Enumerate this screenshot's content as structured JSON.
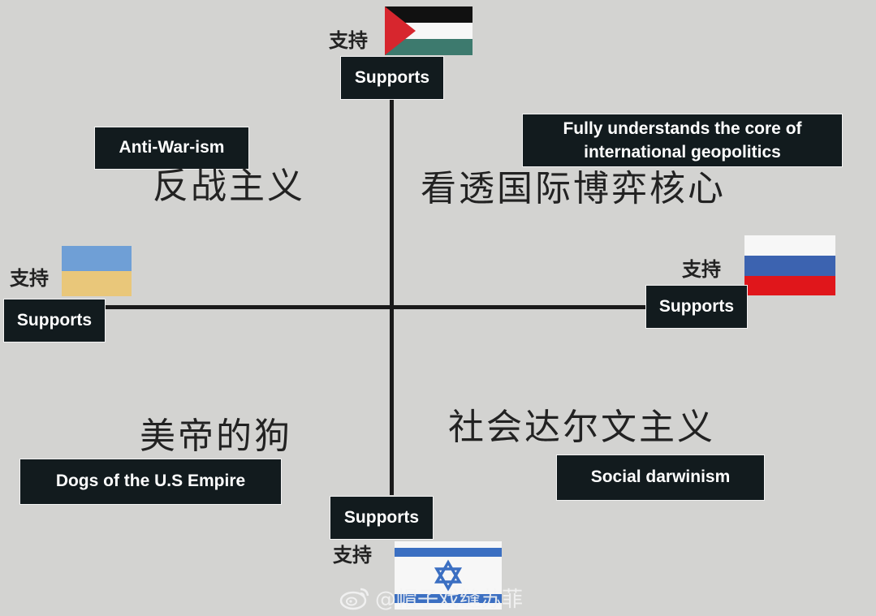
{
  "quadrants": {
    "top_left": {
      "cn": "反战主义",
      "en": "Anti-War-ism"
    },
    "top_right": {
      "cn": "看透国际博弈核心",
      "en": "Fully understands the core of international geopolitics"
    },
    "bottom_left": {
      "cn": "美帝的狗",
      "en": "Dogs of the U.S Empire"
    },
    "bottom_right": {
      "cn": "社会达尔文主义",
      "en": "Social darwinism"
    }
  },
  "poles": {
    "top": {
      "cn": "支持",
      "en": "Supports",
      "flag": "palestine-flag"
    },
    "left": {
      "cn": "支持",
      "en": "Supports",
      "flag": "ukraine-flag"
    },
    "right": {
      "cn": "支持",
      "en": "Supports",
      "flag": "russia-flag"
    },
    "bottom": {
      "cn": "支持",
      "en": "Supports",
      "flag": "israel-flag"
    }
  },
  "watermark": {
    "icon": "weibo-icon",
    "text": "@帽子戏缝苏菲"
  },
  "colors": {
    "background": "#d3d3d1",
    "label_box": "#121b1e",
    "palestine_green": "#3d7a6e",
    "palestine_red": "#d7262e",
    "ukraine_blue": "#6f9fd6",
    "ukraine_yellow": "#e9c77a",
    "russia_blue": "#3c63b0",
    "russia_red": "#e0161b",
    "israel_blue": "#3b6fc2"
  }
}
